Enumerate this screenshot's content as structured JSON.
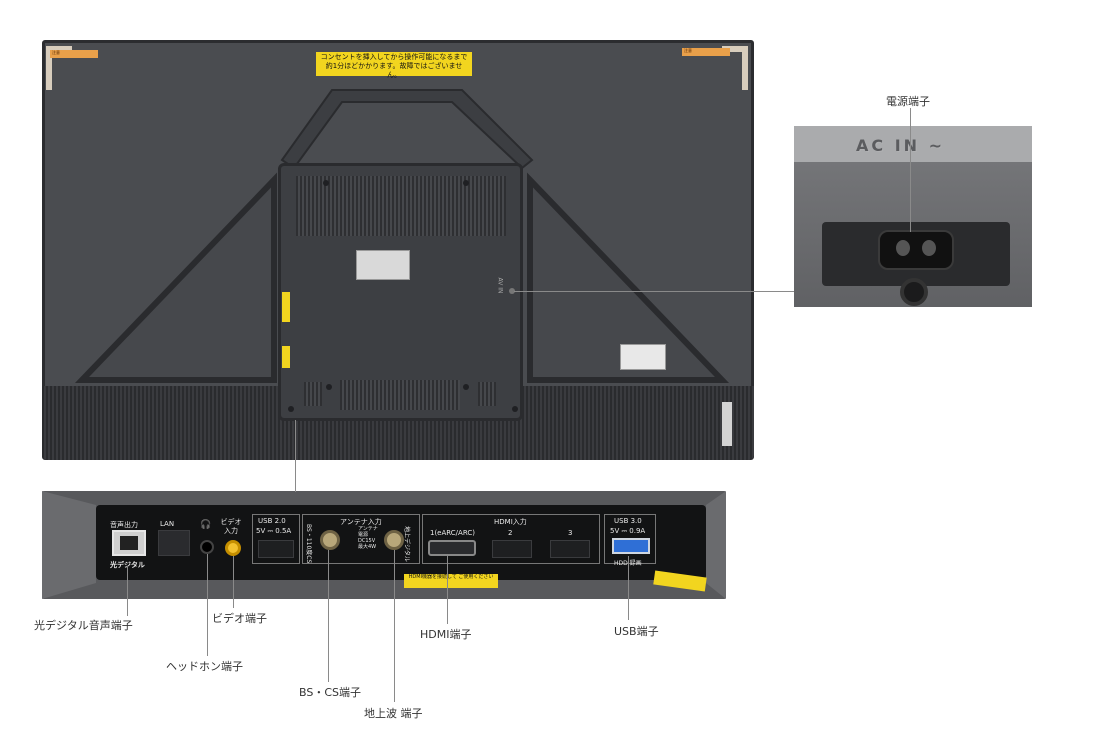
{
  "tv_back": {
    "caution_label": "コンセントを挿入してから操作可能になるまで 約1分ほどかかります。故障ではございません。",
    "corner_tag_left": "注意",
    "corner_tag_right": "注意",
    "side_label": "AV IN"
  },
  "port_panel": {
    "optical_header": "音声出力",
    "optical_label": "光デジタル",
    "lan_header": "LAN",
    "video_header": "ビデオ 入力",
    "usb2_header": "USB 2.0",
    "usb2_rating": "5V ⎓ 0.5A",
    "antenna_header": "アンテナ入力",
    "bs_label": "BS・110度CS",
    "power_note": "アンテナ電源 DC15V 最大4W",
    "terrestrial_label": "地上デジタル",
    "hdmi_header": "HDMI入力",
    "hdmi1_label": "1(eARC/ARC)",
    "hdmi2_label": "2",
    "hdmi3_label": "3",
    "usb3_header": "USB 3.0",
    "usb3_rating": "5V ⎓ 0.9A",
    "usb3_sub": "HDD 録画",
    "hdmi_warning": "HDMI機器を接続して ご使用ください"
  },
  "ac_inset": {
    "engraving": "AC IN ~"
  },
  "callouts": {
    "power": "電源端子",
    "optical": "光デジタル音声端子",
    "video": "ビデオ端子",
    "headphone": "ヘッドホン端子",
    "hdmi": "HDMI端子",
    "usb": "USB端子",
    "bs_cs": "BS・CS端子",
    "terrestrial": "地上波 端子"
  },
  "colors": {
    "tv_body": "#4a4c50",
    "warning_yellow": "#f2d51f",
    "usb3_blue": "#2f6fd6"
  }
}
